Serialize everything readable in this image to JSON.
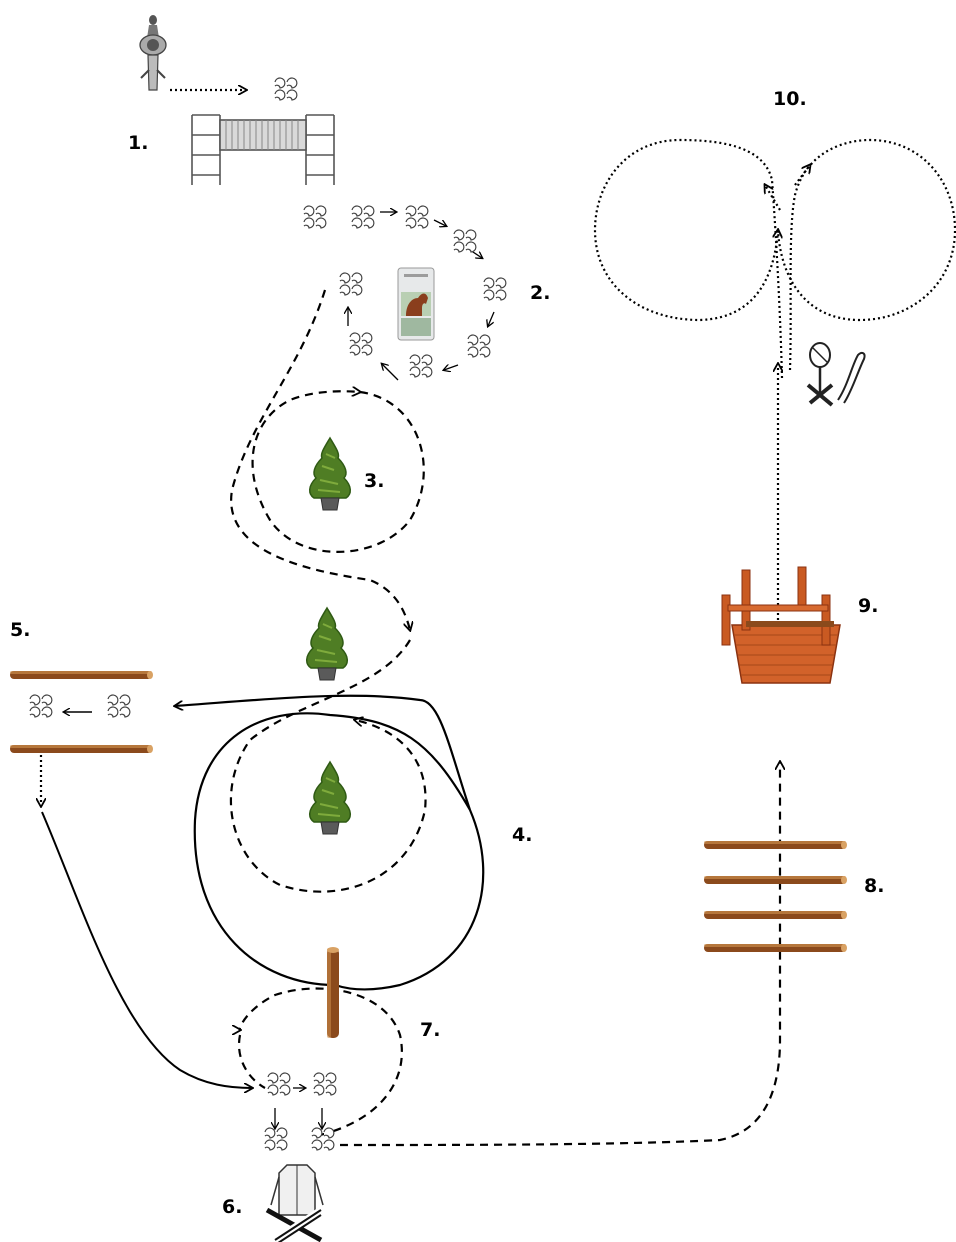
{
  "course": {
    "obstacles": [
      {
        "id": "obstacle-1",
        "label": "1."
      },
      {
        "id": "obstacle-2",
        "label": "2."
      },
      {
        "id": "obstacle-3",
        "label": "3."
      },
      {
        "id": "obstacle-4",
        "label": "4."
      },
      {
        "id": "obstacle-5",
        "label": "5."
      },
      {
        "id": "obstacle-6",
        "label": "6."
      },
      {
        "id": "obstacle-7",
        "label": "7."
      },
      {
        "id": "obstacle-8",
        "label": "8."
      },
      {
        "id": "obstacle-9",
        "label": "9."
      },
      {
        "id": "obstacle-10",
        "label": "10."
      }
    ],
    "icons": {
      "start": "rider-on-horse-icon",
      "gate": "gate-icon",
      "hoofprints": "hoofprints-icon",
      "sign": "horse-picture-sign-icon",
      "tree": "potted-tree-icon",
      "pole": "ground-pole-icon",
      "post": "upright-post-icon",
      "bridge": "wooden-bridge-icon",
      "rain_jacket": "rain-jacket-on-stand-icon",
      "hobby_horse": "hobby-horse-icon"
    },
    "colors": {
      "line": "#000000",
      "wood": "#8b4a1c",
      "wood_light": "#c98a4a",
      "bridge": "#d2622a",
      "tree": "#4f7d24",
      "tree_dark": "#2f5a14"
    }
  }
}
